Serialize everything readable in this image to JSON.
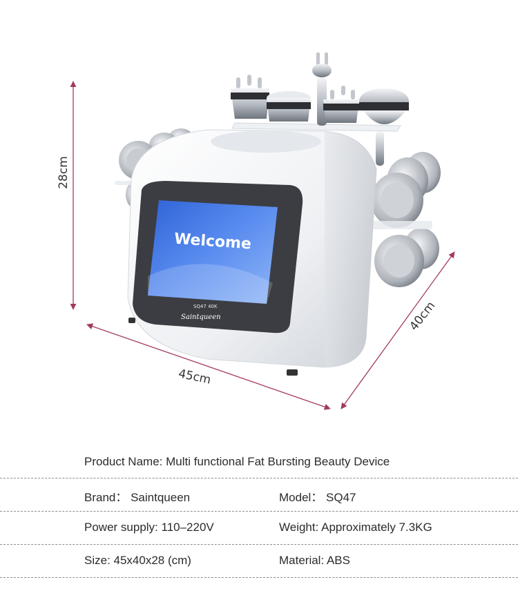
{
  "dimensions": {
    "height": "28cm",
    "width": "45cm",
    "depth": "40cm"
  },
  "device": {
    "screen_text": "Welcome",
    "model_mark": "SQ47 40K",
    "brand_mark": "Saintqueen"
  },
  "colors": {
    "dimension_arrow": "#a3385e",
    "screen_blue": "#3a6fe0",
    "device_body": "#f2f3f5"
  },
  "specs": {
    "product_name": "Product Name: Multi functional Fat Bursting Beauty Device",
    "brand": "Brand： Saintqueen",
    "model": "Model： SQ47",
    "power": "Power supply: 110–220V",
    "weight": "Weight: Approximately 7.3KG",
    "size": "Size: 45x40x28 (cm)",
    "material": "Material: ABS"
  }
}
